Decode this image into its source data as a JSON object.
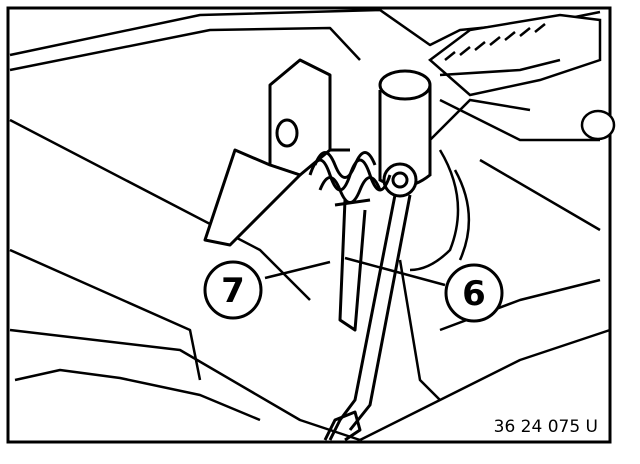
{
  "diagram": {
    "callouts": [
      {
        "label": "7"
      },
      {
        "label": "6"
      }
    ],
    "reference_code": "36 24 075 U",
    "colors": {
      "ink": "#000000",
      "paper": "#ffffff"
    }
  }
}
